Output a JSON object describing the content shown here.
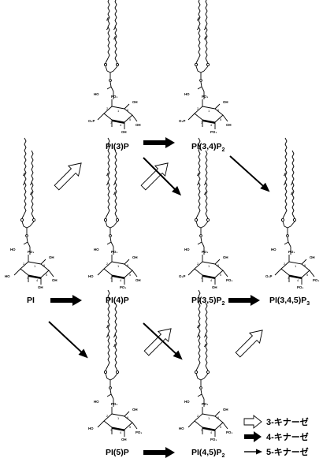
{
  "labels": {
    "pi3p": {
      "prefix": "PI(3)P",
      "sub": ""
    },
    "pi34p2": {
      "prefix": "PI(3,4)P",
      "sub": "2"
    },
    "pi": {
      "prefix": "PI",
      "sub": ""
    },
    "pi4p": {
      "prefix": "PI(4)P",
      "sub": ""
    },
    "pi35p2": {
      "prefix": "PI(3,5)P",
      "sub": "2"
    },
    "pi345p3": {
      "prefix": "PI(3,4,5)P",
      "sub": "3"
    },
    "pi5p": {
      "prefix": "PI(5)P",
      "sub": ""
    },
    "pi45p2": {
      "prefix": "PI(4,5)P",
      "sub": "2"
    }
  },
  "atoms": {
    "ho": "HO",
    "oh": "OH",
    "o3p": "O₃P",
    "po3": "PO₃",
    "o": "O",
    "n1": "1",
    "n2": "2",
    "n3": "3",
    "n4": "4",
    "n5": "5",
    "n6": "6"
  },
  "legend": [
    {
      "arrow": "open",
      "text": "3-キナーゼ"
    },
    {
      "arrow": "thick",
      "text": "4-キナーゼ"
    },
    {
      "arrow": "thin",
      "text": "5-キナーゼ"
    }
  ]
}
